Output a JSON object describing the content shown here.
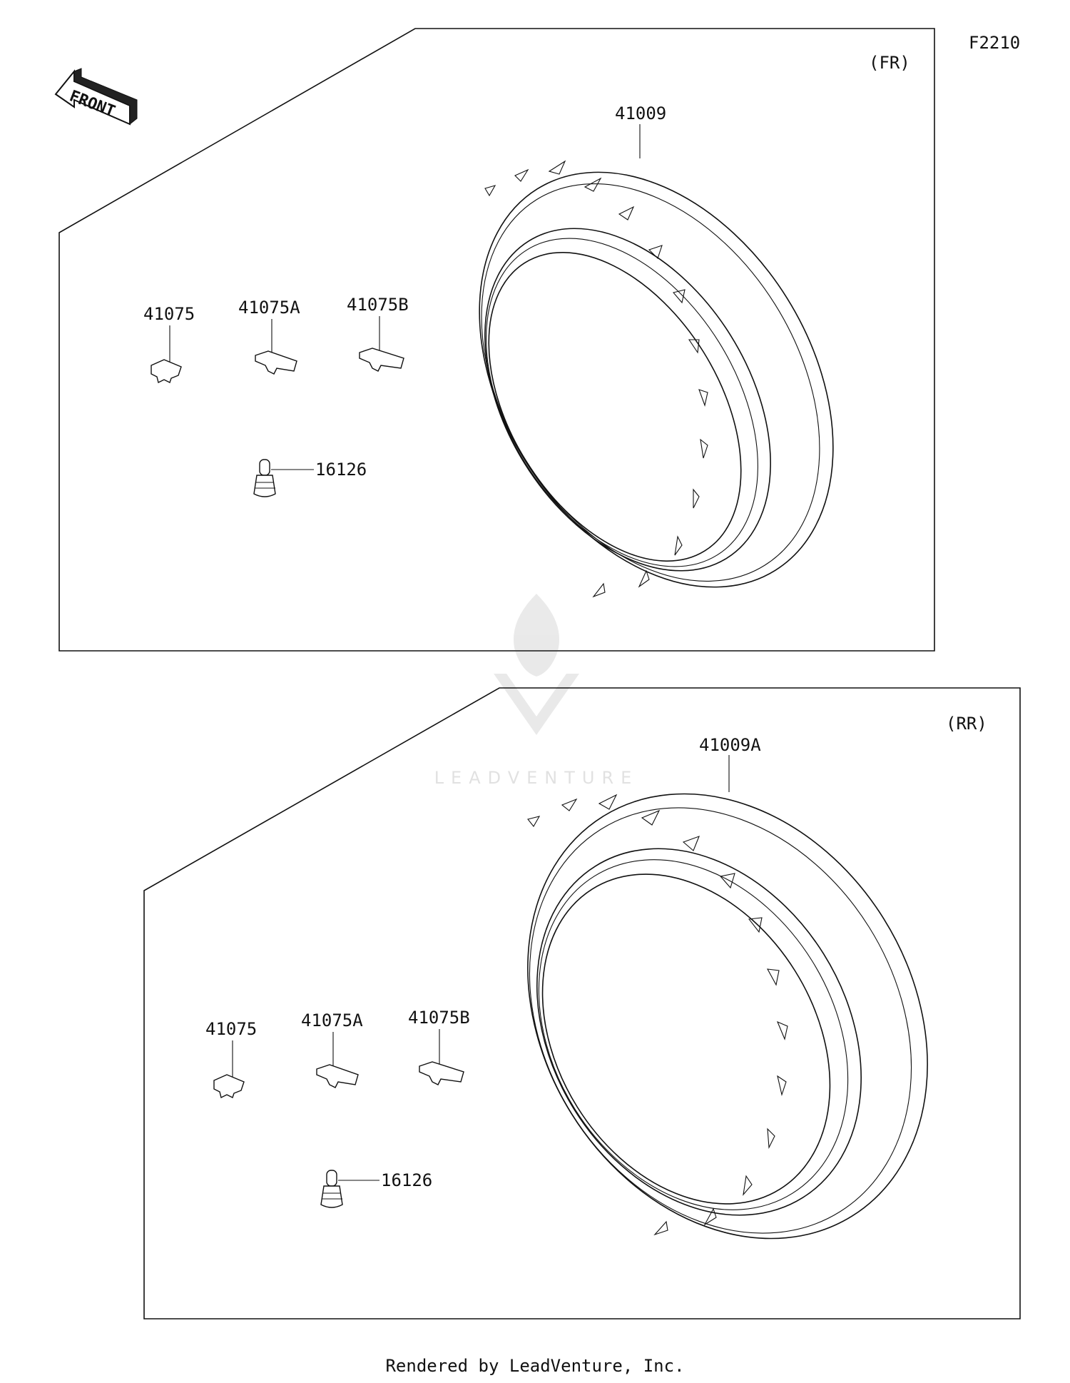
{
  "diagram_code": "F2210",
  "front_arrow_label": "FRONT",
  "watermark": {
    "brand": "LEADVENTURE"
  },
  "footer": "Rendered by LeadVenture, Inc.",
  "sections": {
    "front": {
      "tag": "(FR)",
      "parts": {
        "tire": "41009",
        "weight_a": "41075",
        "weight_b": "41075A",
        "weight_c": "41075B",
        "valve": "16126"
      }
    },
    "rear": {
      "tag": "(RR)",
      "parts": {
        "tire": "41009A",
        "weight_a": "41075",
        "weight_b": "41075A",
        "weight_c": "41075B",
        "valve": "16126"
      }
    }
  }
}
